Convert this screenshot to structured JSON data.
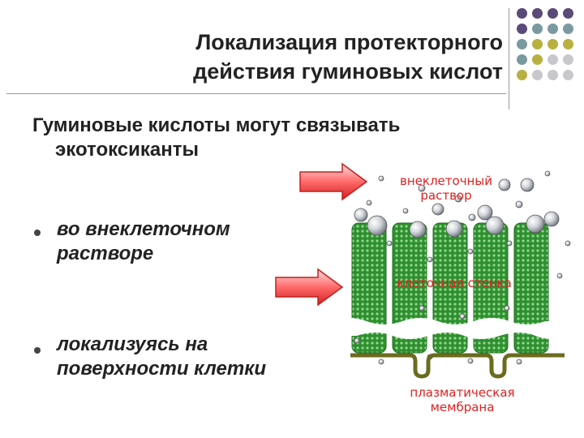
{
  "title": {
    "line1": "Локализация протекторного",
    "line2": "действия гуминовых кислот"
  },
  "subheading": {
    "line1": "Гуминовые кислоты могут связывать",
    "line2": "экотоксиканты"
  },
  "bullets": [
    {
      "line1": "во внеклеточном",
      "line2": "растворе"
    },
    {
      "line1": "локализуясь на",
      "line2": "поверхности клетки"
    }
  ],
  "illustration": {
    "label_solution": {
      "line1": "внеклеточный",
      "line2": "раствор"
    },
    "label_wall": "клеточная стенка",
    "label_membrane": {
      "line1": "плазматическая",
      "line2": "мембрана"
    }
  },
  "colors": {
    "dot_purple": "#5a4a78",
    "dot_olive": "#b8b040",
    "dot_teal": "#7a9aa0",
    "dot_gray": "#c8c8cc",
    "arrow_red": "#e03030",
    "cell_green": "#3a9a3a",
    "membrane_olive": "#6b6b1f",
    "label_red": "#e02020"
  },
  "icons": {
    "bullet": "circle-bullet",
    "arrow": "right-arrow-icon",
    "particle": "sphere-particle"
  }
}
